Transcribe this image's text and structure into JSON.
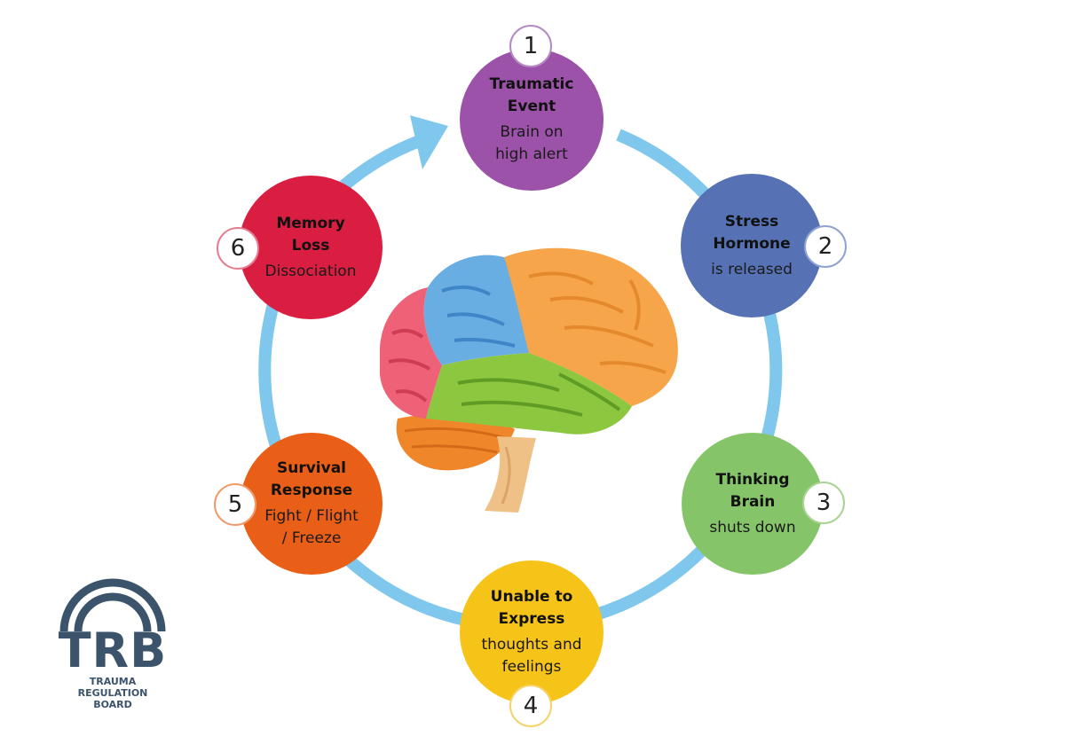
{
  "colors": {
    "ring": "#7fc7ec",
    "brand": "#3b546b"
  },
  "steps": [
    {
      "number": "1",
      "title": "Traumatic\nEvent",
      "description": "Brain on\nhigh alert",
      "color": "#9b52a8",
      "badge_border": "#b48ac3"
    },
    {
      "number": "2",
      "title": "Stress\nHormone",
      "description": "is released",
      "color": "#5672b5",
      "badge_border": "#8fa2d2"
    },
    {
      "number": "3",
      "title": "Thinking\nBrain",
      "description": "shuts down",
      "color": "#86c46a",
      "badge_border": "#a9d493"
    },
    {
      "number": "4",
      "title": "Unable to\nExpress",
      "description": "thoughts and\nfeelings",
      "color": "#f6c319",
      "badge_border": "#f5d36a"
    },
    {
      "number": "5",
      "title": "Survival\nResponse",
      "description": "Fight / Flight\n/ Freeze",
      "color": "#ea5f18",
      "badge_border": "#ef9a6a"
    },
    {
      "number": "6",
      "title": "Memory\nLoss",
      "description": "Dissociation",
      "color": "#da1e42",
      "badge_border": "#e67d92"
    }
  ],
  "brain_icon": "brain-illustration",
  "logo": {
    "letters": "TRB",
    "line1": "TRAUMA",
    "line2": "REGULATION",
    "line3": "BOARD"
  }
}
